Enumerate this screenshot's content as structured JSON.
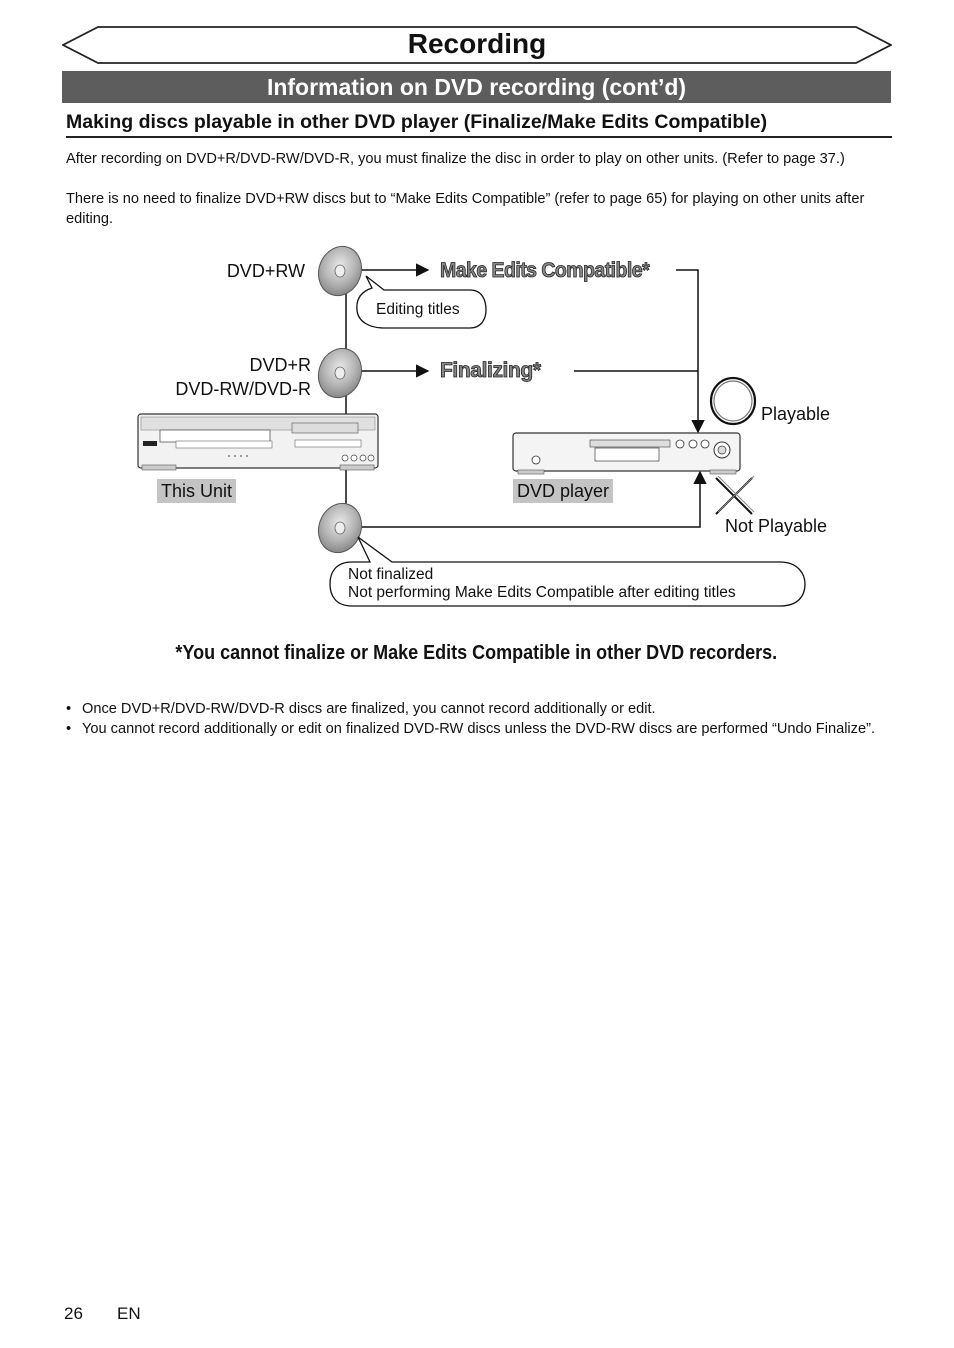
{
  "header": {
    "title": "Recording",
    "subtitle": "Information on DVD recording (cont’d)"
  },
  "section": {
    "title": "Making discs playable in other DVD player (Finalize/Make Edits Compatible)",
    "paragraphs": [
      "After recording on DVD+R/DVD-RW/DVD-R, you must finalize the disc in order to play on other units. (Refer to page 37.)",
      "There is no need to finalize DVD+RW discs but to “Make Edits Compatible” (refer to page 65) for playing on other units after editing."
    ]
  },
  "diagram": {
    "disc_top_label": "DVD+RW",
    "disc_mid_label_1": "DVD+R",
    "disc_mid_label_2": "DVD-RW/DVD-R",
    "make_edits": "Make Edits Compatible*",
    "editing_titles": "Editing titles",
    "finalizing": "Finalizing*",
    "this_unit": "This Unit",
    "dvd_player": "DVD player",
    "playable": "Playable",
    "not_playable": "Not Playable",
    "not_finalized_1": "Not finalized",
    "not_finalized_2": "Not performing Make Edits Compatible after editing titles"
  },
  "note": "*You cannot finalize or Make Edits Compatible in other DVD recorders.",
  "bullets": [
    "Once DVD+R/DVD-RW/DVD-R discs are finalized, you cannot record additionally or edit.",
    "You cannot record additionally or edit on finalized DVD-RW discs unless the DVD-RW discs are performed “Undo Finalize”."
  ],
  "footer": {
    "page_number": "26",
    "language": "EN"
  }
}
